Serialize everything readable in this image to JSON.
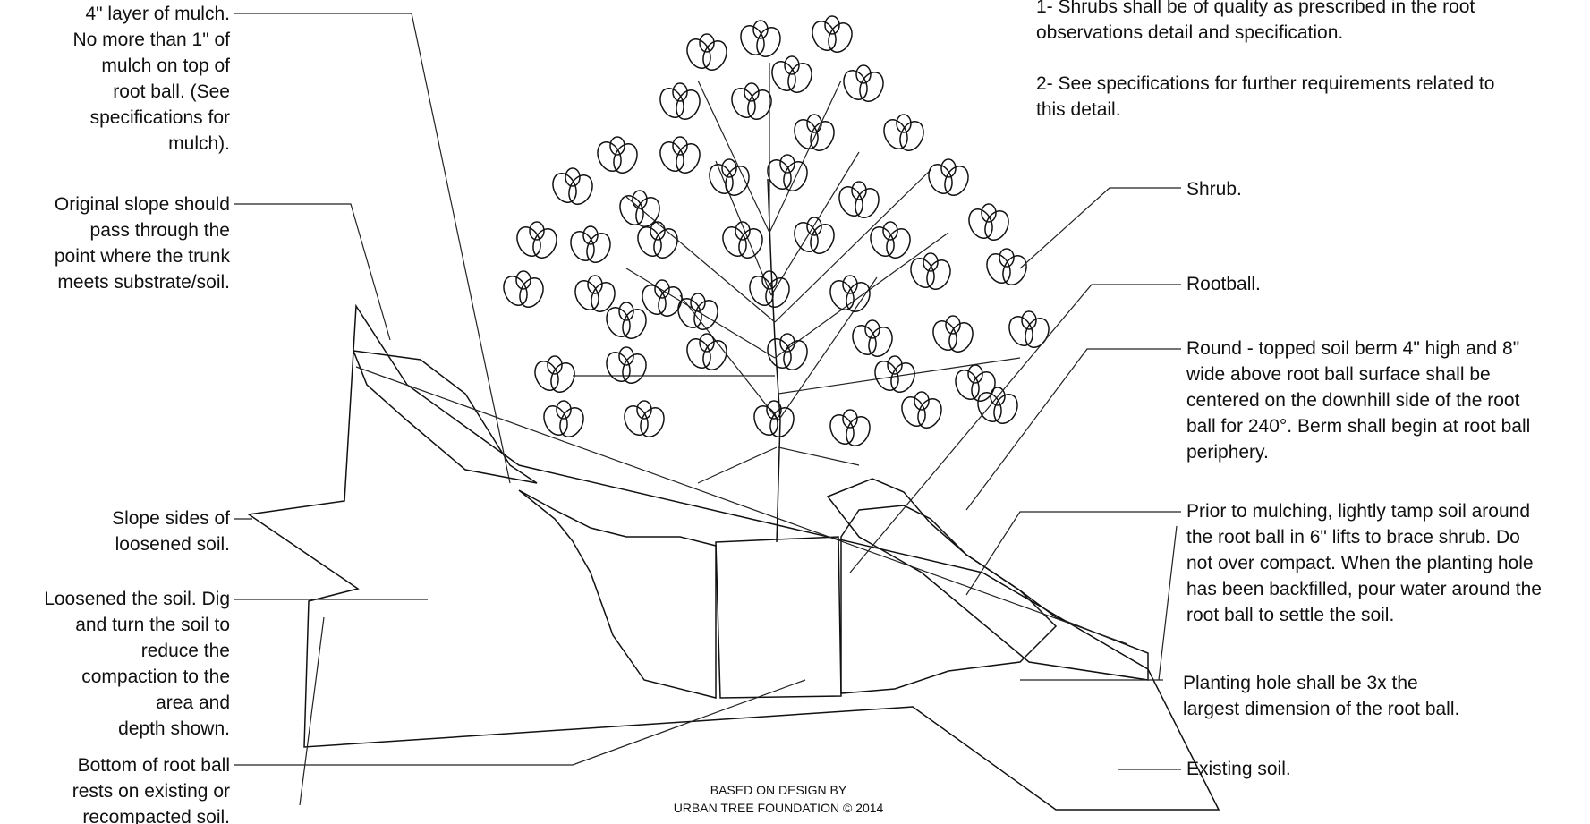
{
  "notes": [
    [
      "1- Shrubs shall be of quality as prescribed in the root",
      "observations detail and specification."
    ],
    [
      "2- See specifications for further requirements related to",
      "this detail."
    ]
  ],
  "left_callouts": [
    [
      "4\" layer of mulch.",
      "No more than 1\" of",
      "mulch on top of",
      "root ball. (See",
      "specifications for",
      "mulch)."
    ],
    [
      "Original slope should",
      "pass through the",
      "point where the trunk",
      "meets substrate/soil."
    ],
    [
      "Slope sides of",
      "loosened soil."
    ],
    [
      "Loosened the soil. Dig",
      "and turn the soil to",
      "reduce the",
      "compaction to the",
      "area and",
      "depth shown."
    ],
    [
      "Bottom of root ball",
      "rests on existing or",
      "recompacted soil."
    ]
  ],
  "right_callouts": [
    [
      "Shrub."
    ],
    [
      "Rootball."
    ],
    [
      "Round - topped soil berm 4\" high and 8\"",
      "wide above root ball surface shall be",
      "centered on the downhill side of the root",
      "ball for 240°. Berm shall begin at root ball",
      "periphery."
    ],
    [
      "Prior to mulching, lightly tamp soil around",
      "the root ball in 6\" lifts to brace shrub. Do",
      "not over compact. When the planting hole",
      "has been backfilled, pour water around the",
      "root ball to settle the soil."
    ],
    [
      "Planting hole shall be 3x the",
      "largest dimension of the root ball."
    ],
    [
      "Existing soil."
    ]
  ],
  "credit": [
    "BASED ON DESIGN BY",
    "URBAN TREE FOUNDATION © 2014"
  ],
  "colors": {
    "ink": "#111111",
    "background": "#ffffff"
  }
}
